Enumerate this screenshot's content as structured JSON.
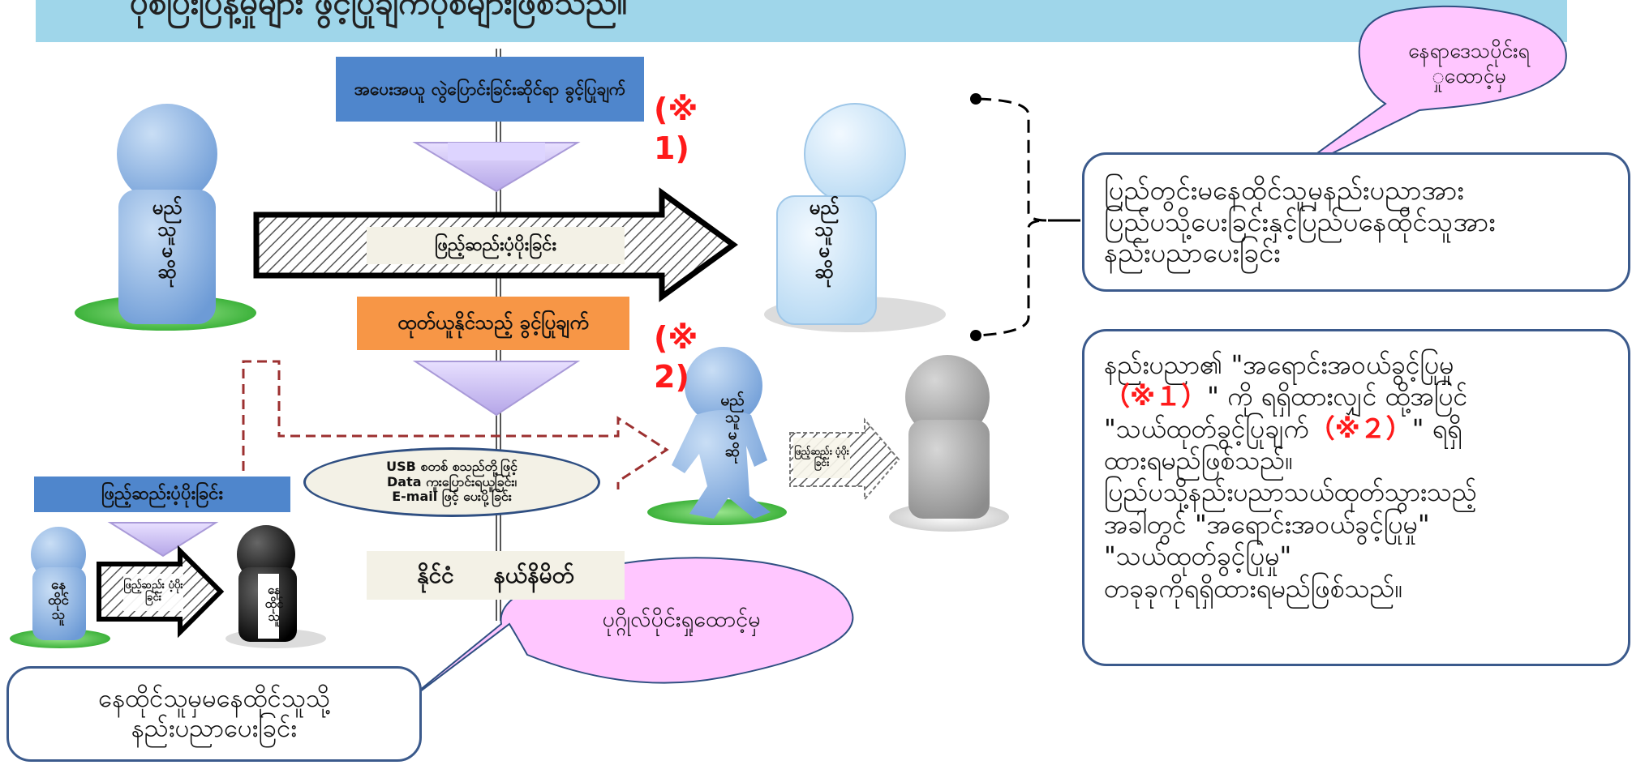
{
  "title": "ပုံစံပြီးပြန့်မှုများ ဖွင့်ပြုချက်ပုံစံများဖြစ်သည်။",
  "center": {
    "top_label": "အပေးအယူ လွဲပြောင်းခြင်းဆိုင်ရာ ခွင့်ပြုချက်",
    "big_arrow_label": "ဖြည့်ဆည်းပံ့ပိုးခြင်း",
    "export_label": "ထုတ်ယူနိုင်သည့် ခွင့်ပြုချက်",
    "oval_lines": [
      "USB စတစ် စသည်တို့ဖြင့်",
      "Data ကူးပြောင်းရယူခြင်း၊",
      "E-mail ဖြင့် ပေးပို့ခြင်း"
    ],
    "bottom_label": "နိုင်ငံ     နယ်နိမိတ်"
  },
  "marks": {
    "mark1": [
      "(※",
      "1)"
    ],
    "mark2": [
      "(※",
      "2)"
    ]
  },
  "persons": {
    "left_big": [
      "မည်",
      "သူ",
      "မ",
      "ဆို"
    ],
    "right_light": [
      "မည်",
      "သူ",
      "မ",
      "ဆို"
    ],
    "walking": [
      "မည်",
      "သူ",
      "မ",
      "ဆို"
    ],
    "small_left": [
      "နေ",
      "ထိုင်",
      "သူ"
    ],
    "small_black": [
      "နေ",
      "ထိုင်",
      "သူ"
    ]
  },
  "small_arrow_label": "ဖြည့်ဆည်း ပံ့ပိုးခြင်း",
  "left_section": {
    "header": "ဖြည့်ဆည်းပံ့ပိုးခြင်း",
    "arrow_label": "ဖြည့်ဆည်း ပံ့ပိုးခြင်း"
  },
  "bottom_box": [
    "နေထိုင်သူမှမနေထိုင်သူသို့",
    "နည်းပညာပေးခြင်း"
  ],
  "bubble_bottom": "ပုဂ္ဂိုလ်ပိုင်းရှုထောင့်မှ",
  "bubble_top": [
    "နေရာဒေသပိုင်းရ",
    "ှုထောင့်မှ"
  ],
  "right_box_1": [
    "ပြည်တွင်းမနေထိုင်သူမှနည်းပညာအား",
    "ပြည်ပသို့ပေးခြင်းနှင့်ပြည်ပနေထိုင်သူအား",
    "နည်းပညာပေးခြင်း"
  ],
  "right_box_2": {
    "l1": "နည်းပညာ၏ \"အရောင်းအဝယ်ခွင့်ပြုမှု",
    "l2_red": "（※１）",
    "l2_rest": "\" ကို ရရှိထားလျှင် ထို့အပြင်",
    "l3_a": "\"သယ်ထုတ်ခွင့်ပြုချက်",
    "l3_red": "（※２）",
    "l3_b": "\" ရရှိ",
    "l4": "ထားရမည်ဖြစ်သည်။",
    "l5": "ပြည်ပသို့နည်းပညာသယ်ထုတ်သွားသည့်",
    "l6": "အခါတွင် \"အရောင်းအဝယ်ခွင့်ပြုမှု\"",
    "l7": "\"သယ်ထုတ်ခွင့်ပြုမှု\"",
    "l8": "တခုခုကိုရရှိထားရမည်ဖြစ်သည်။"
  },
  "colors": {
    "title_bar": "#9fd6ea",
    "blue_label": "#4f86cc",
    "orange_label": "#f79646",
    "bubble": "#ffc6ff",
    "red_mark": "#ff1a1a",
    "box_border": "#3b5a8c"
  }
}
